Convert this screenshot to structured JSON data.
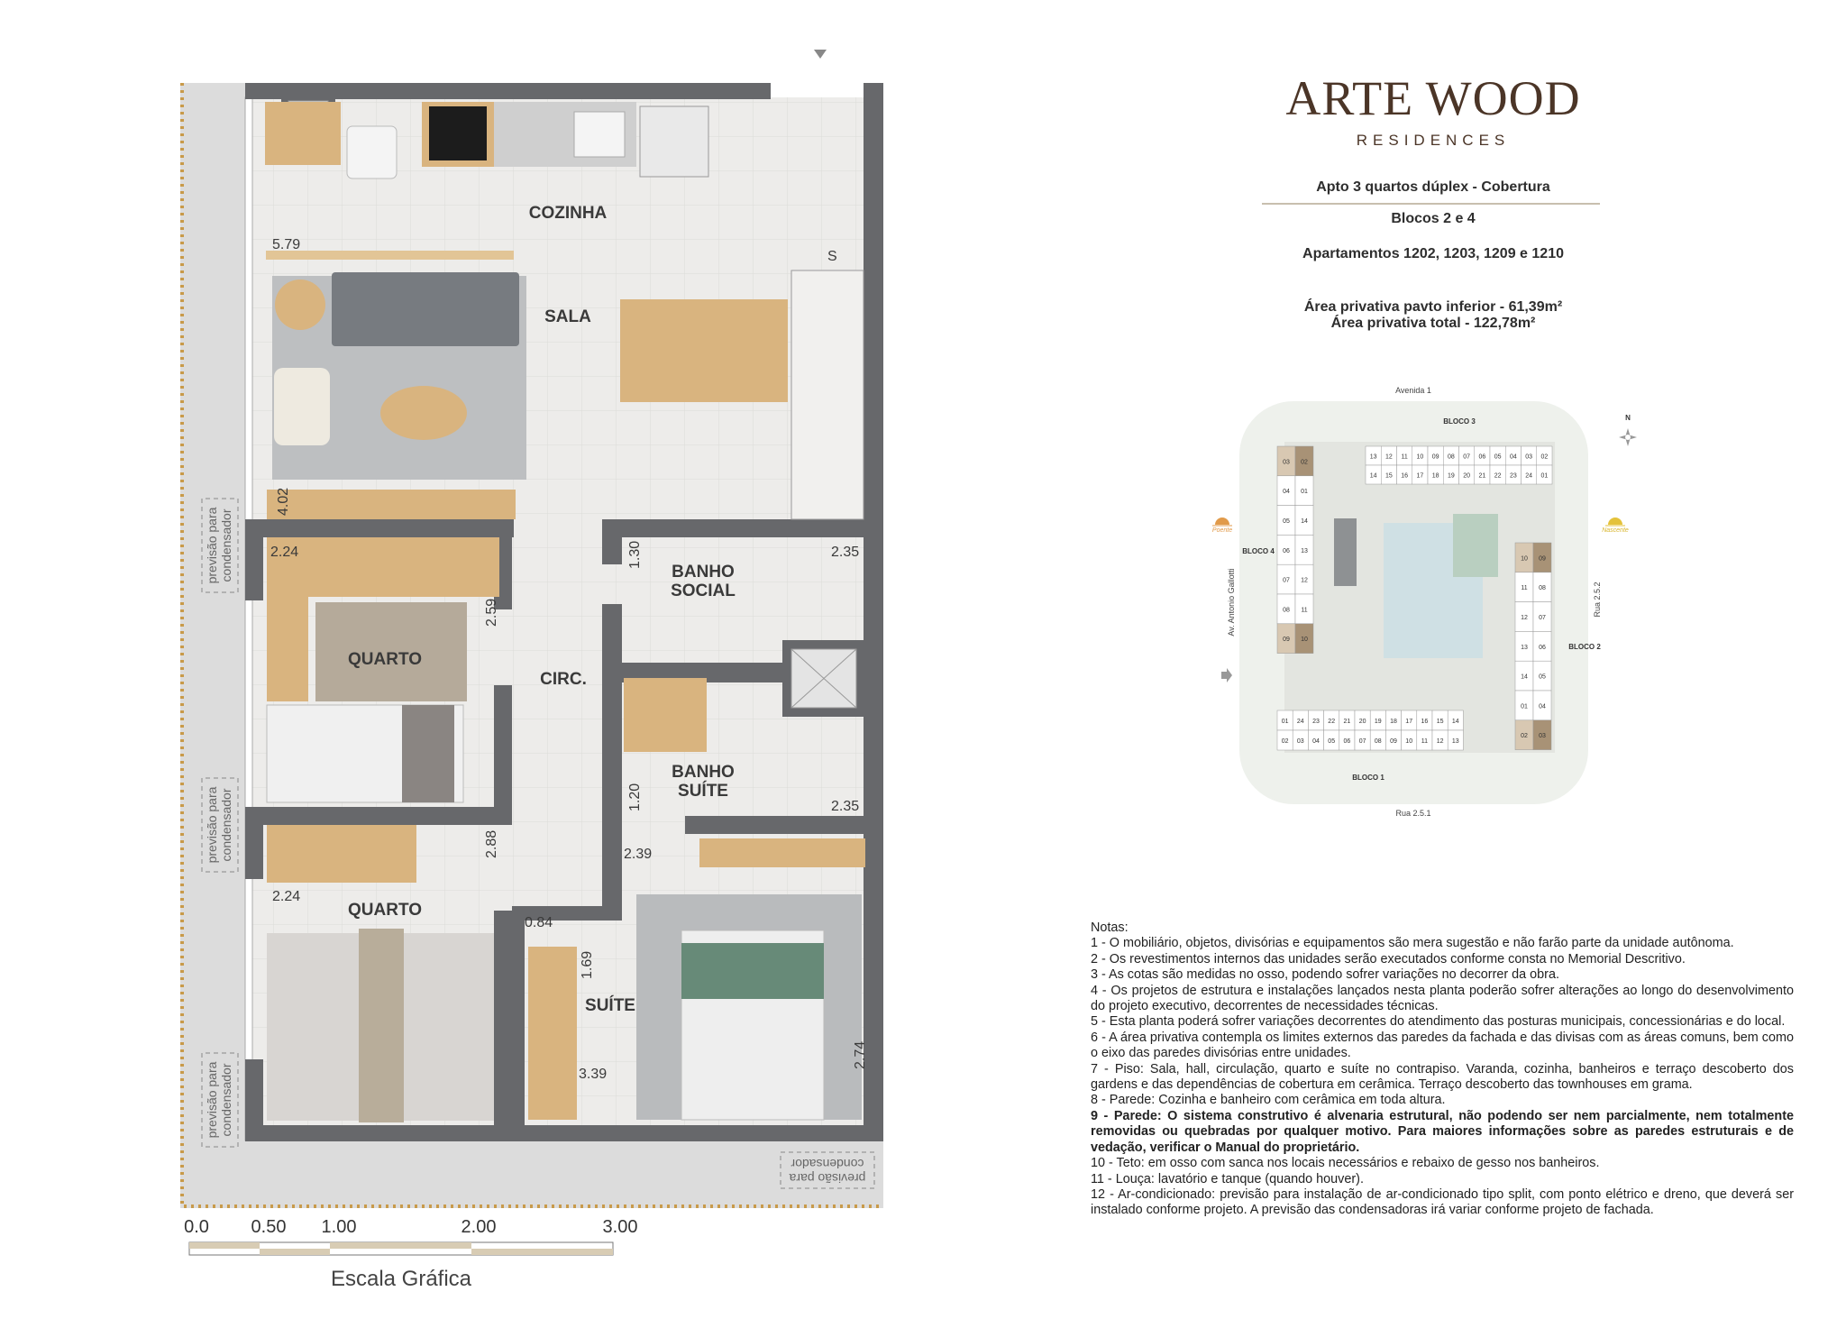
{
  "brand": {
    "name": "ARTE WOOD",
    "subtitle": "RESIDENCES",
    "color": "#4b3527"
  },
  "info": {
    "type": "Apto 3 quartos dúplex - Cobertura",
    "blocks": "Blocos 2 e 4",
    "apartments": "Apartamentos 1202, 1203, 1209 e 1210",
    "area_lower": "Área privativa pavto inferior - 61,39m²",
    "area_total": "Área privativa total - 122,78m²"
  },
  "plan": {
    "rooms": {
      "kitchen": "COZINHA",
      "living": "SALA",
      "bedroom1": "QUARTO",
      "circ": "CIRC.",
      "bath_social_1": "BANHO",
      "bath_social_2": "SOCIAL",
      "bath_suite_1": "BANHO",
      "bath_suite_2": "SUÍTE",
      "bedroom2": "QUARTO",
      "suite": "SUÍTE"
    },
    "dimensions": {
      "d579": "5.79",
      "d402": "4.02",
      "d224a": "2.24",
      "d259": "2.59",
      "d130": "1.30",
      "d235a": "2.35",
      "d120": "1.20",
      "d235b": "2.35",
      "d288": "2.88",
      "d239": "2.39",
      "d224b": "2.24",
      "d084": "0.84",
      "d169": "1.69",
      "d339": "3.39",
      "d274": "2.74"
    },
    "stairs_mark": "S",
    "condenser_1": "previsão para",
    "condenser_2": "condensador"
  },
  "scale": {
    "title": "Escala Gráfica",
    "ticks": [
      "0.0",
      "0.50",
      "1.00",
      "2.00",
      "3.00"
    ]
  },
  "site": {
    "north": "N",
    "streets": {
      "top": "Avenida 1",
      "bottom": "Rua 2.5.1",
      "left": "Av. Antonio Gallotti",
      "right": "Rua 2.5.2"
    },
    "sun": {
      "west": "Poente",
      "east": "Nascente"
    },
    "blocks": {
      "b1": {
        "name": "BLOCO 1",
        "top": [
          "01",
          "24",
          "23",
          "22",
          "21",
          "20",
          "19",
          "18",
          "17",
          "16",
          "15",
          "14"
        ],
        "bottom": [
          "02",
          "03",
          "04",
          "05",
          "06",
          "07",
          "08",
          "09",
          "10",
          "11",
          "12",
          "13"
        ]
      },
      "b2": {
        "name": "BLOCO 2",
        "pairs": [
          [
            "10",
            "09"
          ],
          [
            "11",
            "08"
          ],
          [
            "12",
            "07"
          ],
          [
            "13",
            "06"
          ],
          [
            "14",
            "05"
          ],
          [
            "01",
            "04"
          ],
          [
            "02",
            "03"
          ]
        ]
      },
      "b3": {
        "name": "BLOCO 3",
        "top": [
          "13",
          "12",
          "11",
          "10",
          "09",
          "08",
          "07",
          "06",
          "05",
          "04",
          "03",
          "02"
        ],
        "bottom": [
          "14",
          "15",
          "16",
          "17",
          "18",
          "19",
          "20",
          "21",
          "22",
          "23",
          "24",
          "01"
        ]
      },
      "b4": {
        "name": "BLOCO 4",
        "pairs": [
          [
            "03",
            "02"
          ],
          [
            "04",
            "01"
          ],
          [
            "05",
            "14"
          ],
          [
            "06",
            "13"
          ],
          [
            "07",
            "12"
          ],
          [
            "08",
            "11"
          ],
          [
            "09",
            "10"
          ]
        ]
      }
    },
    "highlight_color": "#a89276"
  },
  "notes": {
    "title": "Notas:",
    "items": [
      "1 - O mobiliário,  objetos, divisórias e equipamentos são  mera  sugestão e  não farão parte da unidade autônoma.",
      "2 - Os revestimentos internos das unidades serão executados conforme consta no Memorial Descritivo.",
      "3 - As cotas são medidas no osso, podendo sofrer variações no decorrer da obra.",
      "4 - Os projetos de estrutura e instalações lançados nesta planta poderão sofrer alterações ao longo do desenvolvimento do projeto executivo, decorrentes de necessidades técnicas.",
      "5 - Esta planta poderá sofrer variações decorrentes do atendimento  das posturas  municipais,  concessionárias e do local.",
      "6 - A área privativa contempla os limites externos das  paredes da fachada e das divisas com as áreas  comuns, bem como o eixo das paredes divisórias entre unidades.",
      "7 - Piso:  Sala, hall, circulação, quarto e suíte no contrapiso.  Varanda, cozinha, banheiros e terraço  descoberto dos gardens e das dependências de cobertura em cerâmica. Terraço descoberto das townhouses em grama.",
      "8 - Parede: Cozinha e banheiro com cerâmica em toda altura.",
      "9 - Parede: O sistema construtivo é alvenaria estrutural, não podendo ser nem parcialmente, nem totalmente removidas ou quebradas por qualquer motivo.  Para maiores  informações  sobre as paredes estruturais e de vedação, verificar o Manual do proprietário.",
      "10 - Teto: em osso com sanca nos locais necessários e rebaixo de gesso nos banheiros.",
      "11 - Louça: lavatório e tanque (quando houver).",
      "12 - Ar-condicionado:  previsão  para  instalação  de  ar-condicionado tipo split,  com ponto elétrico e dreno, que deverá  ser  instalado  conforme projeto.  A previsão das  condensadoras irá variar conforme projeto de fachada."
    ]
  }
}
